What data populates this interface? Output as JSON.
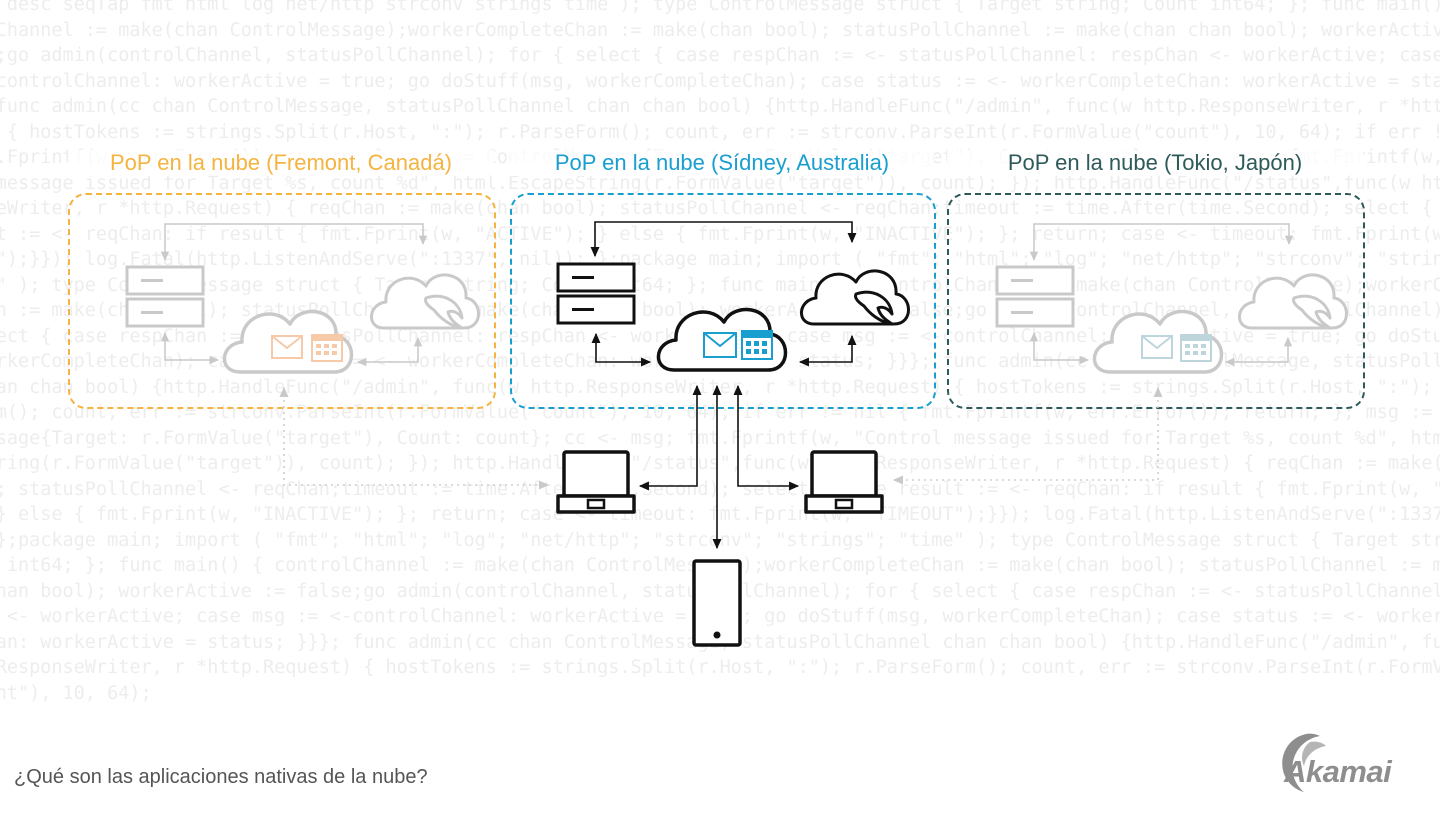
{
  "background_code": "ssage desc seqTap fmt html log net/http strconv strings time ); type ControlMessage struct { Target string; Count int64; }; func main() { controlChannel := make(chan ControlMessage);workerCompleteChan := make(chan bool); statusPollChannel := make(chan chan bool); workerActive := false;go admin(controlChannel, statusPollChannel); for { select { case respChan := <- statusPollChannel: respChan <- workerActive; case msg := <-controlChannel: workerActive = true; go doStuff(msg, workerCompleteChan); case status := <- workerCompleteChan: workerActive = status; }}}; func admin(cc chan ControlMessage, statusPollChannel chan chan bool) {http.HandleFunc(\"/admin\", func(w http.ResponseWriter, r *http.Request) { hostTokens := strings.Split(r.Host, \":\"); r.ParseForm(); count, err := strconv.ParseInt(r.FormValue(\"count\"), 10, 64); if err != nil { fmt.Fprintf(w, err.Error()); return; }; msg := ControlMessage{Target: r.FormValue(\"target\"), Count: count}; cc <- msg; fmt.Fprintf(w, \"Control message issued for Target %s, count %d\", html.EscapeString(r.FormValue(\"target\")), count); }); http.HandleFunc(\"/status\",func(w http.ResponseWriter, r *http.Request) { reqChan := make(chan bool); statusPollChannel <- reqChan;timeout := time.After(time.Second); select { case result := <- reqChan: if result { fmt.Fprint(w, \"ACTIVE\"); } else { fmt.Fprint(w, \"INACTIVE\"); }; return; case <- timeout: fmt.Fprint(w, \"TIMEOUT\");}}); log.Fatal(http.ListenAndServe(\":1337\", nil)); };package main; import ( \"fmt\"; \"html\"; \"log\"; \"net/http\"; \"strconv\"; \"strings\"; \"time\" ); type ControlMessage struct { Target string; Count int64; }; func main() { controlChannel := make(chan ControlMessage);workerCompleteChan := make(chan bool); statusPollChannel := make(chan chan bool); workerActive := false;go admin(controlChannel, statusPollChannel); for { select { case respChan := <- statusPollChannel: respChan <- workerActive; case msg := <-controlChannel: workerActive = true; go doStuff(msg, workerCompleteChan); case status := <- workerCompleteChan: workerActive = status; }}}; func admin(cc chan ControlMessage, statusPollChannel chan chan bool) {http.HandleFunc(\"/admin\", func(w http.ResponseWriter, r *http.Request) { hostTokens := strings.Split(r.Host, \":\"); r.ParseForm(); count, err := strconv.ParseInt(r.FormValue(\"count\"), 10, 64); if err != nil { fmt.Fprintf(w, err.Error()); return; }; msg := ControlMessage{Target: r.FormValue(\"target\"), Count: count}; cc <- msg; fmt.Fprintf(w, \"Control message issued for Target %s, count %d\", html.EscapeString(r.FormValue(\"target\")), count); }); http.HandleFunc(\"/status\",func(w http.ResponseWriter, r *http.Request) { reqChan := make(chan bool); statusPollChannel <- reqChan;timeout := time.After(time.Second); select { case result := <- reqChan: if result { fmt.Fprint(w, \"ACTIVE\"); } else { fmt.Fprint(w, \"INACTIVE\"); }; return; case <- timeout: fmt.Fprint(w, \"TIMEOUT\");}}); log.Fatal(http.ListenAndServe(\":1337\", nil)); };package main; import ( \"fmt\"; \"html\"; \"log\"; \"net/http\"; \"strconv\"; \"strings\"; \"time\" ); type ControlMessage struct { Target string; Count int64; }; func main() { controlChannel := make(chan ControlMessage);workerCompleteChan := make(chan bool); statusPollChannel := make(chan chan bool); workerActive := false;go admin(controlChannel, statusPollChannel); for { select { case respChan := <- statusPollChannel: respChan <- workerActive; case msg := <-controlChannel: workerActive = true; go doStuff(msg, workerCompleteChan); case status := <- workerCompleteChan: workerActive = status; }}}; func admin(cc chan ControlMessage, statusPollChannel chan chan bool) {http.HandleFunc(\"/admin\", func(w http.ResponseWriter, r *http.Request) { hostTokens := strings.Split(r.Host, \":\"); r.ParseForm(); count, err := strconv.ParseInt(r.FormValue(\"count\"), 10, 64);",
  "zones": [
    {
      "id": "fremont",
      "title": "PoP en la nube (Fremont, Canadá)",
      "color": "#f5b340",
      "active": false
    },
    {
      "id": "sydney",
      "title": "PoP en la nube (Sídney, Australia)",
      "color": "#199fcf",
      "active": true
    },
    {
      "id": "tokyo",
      "title": "PoP en la nube (Tokio, Japón)",
      "color": "#2e5b5a",
      "active": false
    }
  ],
  "caption": "¿Qué son las aplicaciones nativas de la nube?",
  "logo": {
    "text": "Akamai",
    "color": "#8e8e8e"
  },
  "icons": {
    "server": "server-icon",
    "database_cloud": "database-cloud-icon",
    "app_cloud": "cloud-app-icon",
    "email": "email-icon",
    "calendar": "calendar-icon",
    "laptop": "laptop-icon",
    "phone": "phone-icon"
  },
  "colors": {
    "stroke_active": "#111111",
    "stroke_inactive": "#c9c9c9",
    "email_active": "#199fcf",
    "email_inactive": "#f6c9a8",
    "email_inactive_tokyo": "#bcd6dc",
    "connector": "#cfcfcf"
  }
}
